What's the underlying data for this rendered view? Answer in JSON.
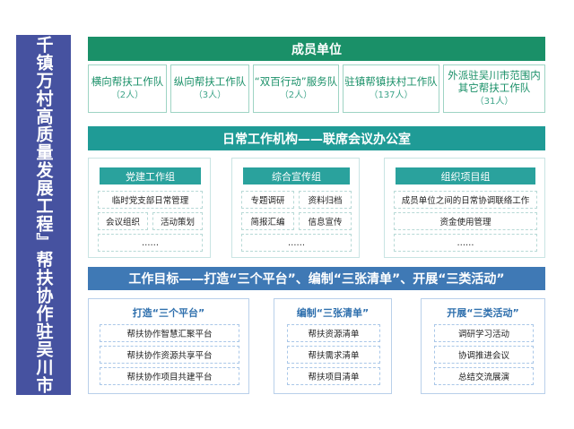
{
  "side_title": "『百县千镇万村高质量发展工程』帮扶协作驻吴川市工作队",
  "members_header": "成员单位",
  "members": [
    {
      "name": "横向帮扶工作队",
      "count": "（2人）"
    },
    {
      "name": "纵向帮扶工作队",
      "count": "（3人）"
    },
    {
      "name": "“双百行动”服务队",
      "count": "（2人）"
    },
    {
      "name": "驻镇帮镇扶村工作队",
      "count": "（137人）"
    },
    {
      "name_line1": "外派驻吴川市范围内",
      "name_line2": "其它帮扶工作队",
      "count": "（31人）"
    }
  ],
  "office_header": "日常工作机构——联席会议办公室",
  "groups": [
    {
      "title": "党建工作组",
      "items": [
        "临时党支部日常管理",
        "会议组织",
        "活动策划",
        "……"
      ]
    },
    {
      "title": "综合宣传组",
      "items": [
        "专题调研",
        "资料归档",
        "简报汇编",
        "信息宣传",
        "……"
      ]
    },
    {
      "title": "组织项目组",
      "items": [
        "成员单位之间的日常协调联络工作",
        "资金使用管理",
        "……"
      ]
    }
  ],
  "goal_header": "工作目标——打造“三个平台”、编制“三张清单”、开展“三类活动”",
  "goals": [
    {
      "title": "打造“三个平台”",
      "items": [
        "帮扶协作智慧汇聚平台",
        "帮扶协作资源共享平台",
        "帮扶协作项目共建平台"
      ]
    },
    {
      "title": "编制“三张清单”",
      "items": [
        "帮扶资源清单",
        "帮扶需求清单",
        "帮扶项目清单"
      ]
    },
    {
      "title": "开展“三类活动”",
      "items": [
        "调研学习活动",
        "协调推进会议",
        "总结交流展演"
      ]
    }
  ],
  "colors": {
    "side": "#4652a0",
    "members_bar": "#1a9068",
    "office_bar": "#1f9b96",
    "goal_bar": "#3f79b5",
    "goal_title": "#2e6fad"
  }
}
